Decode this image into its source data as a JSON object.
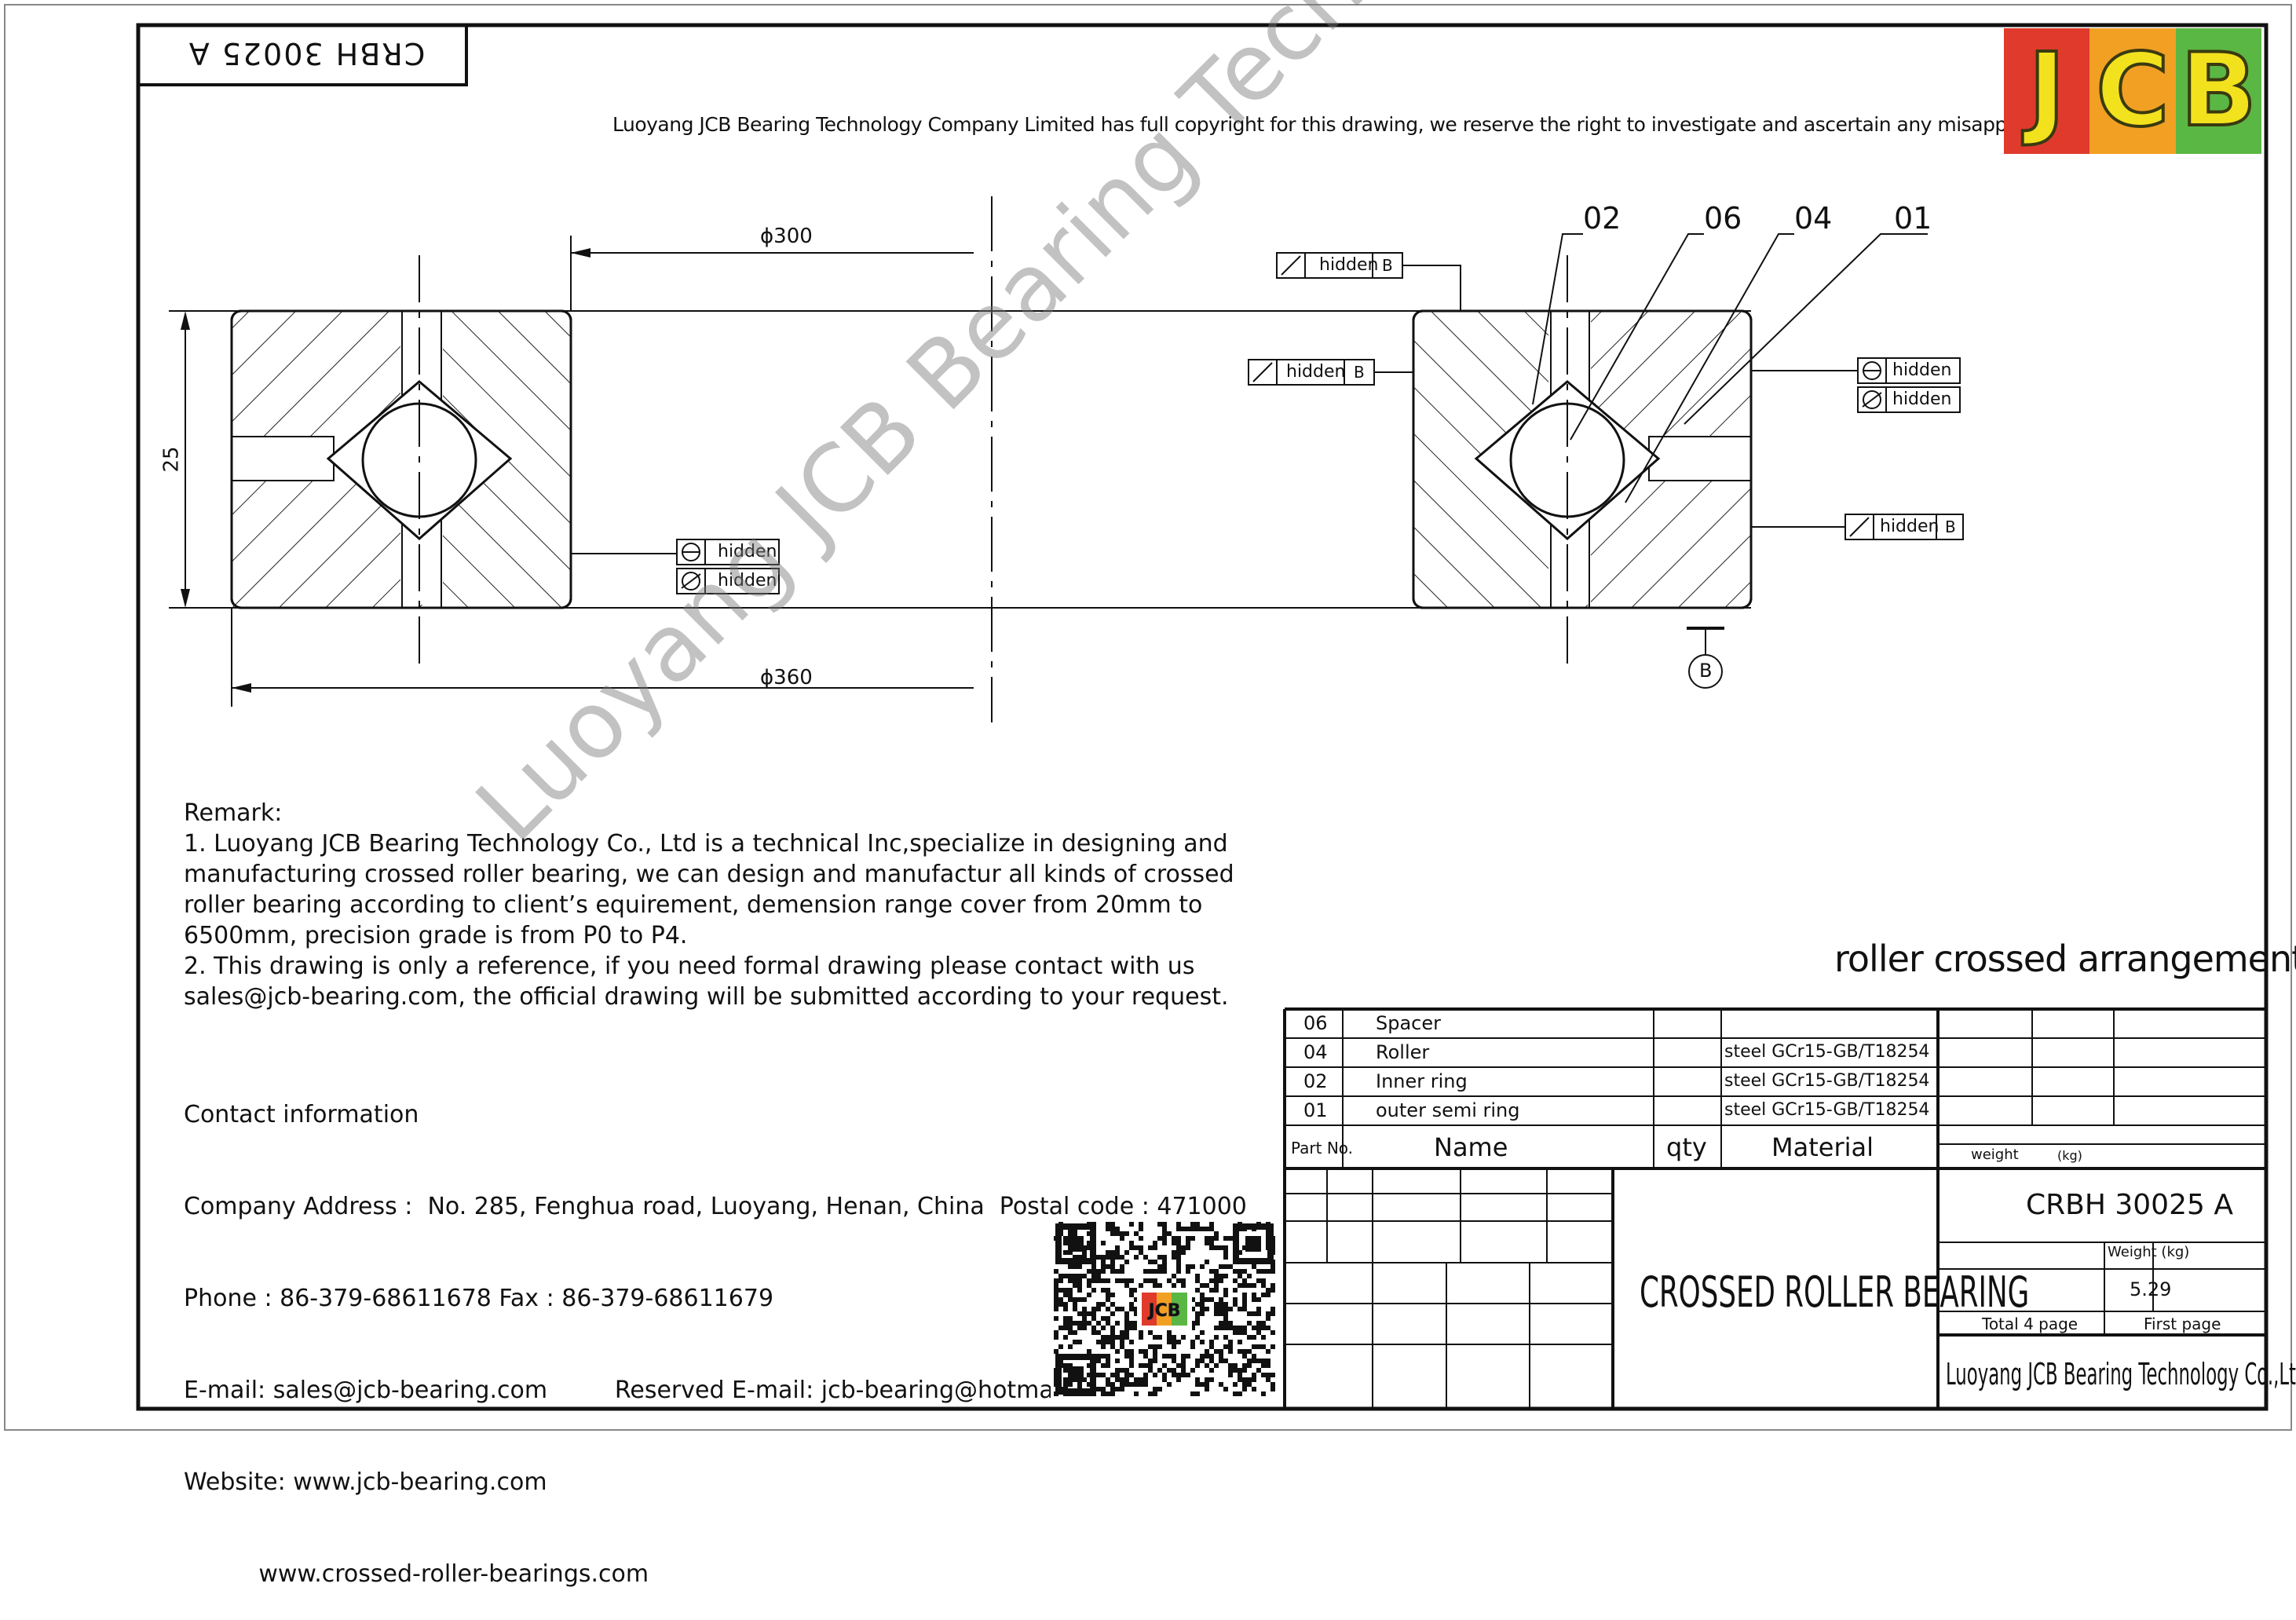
{
  "title_block": {
    "model_mirrored": "CRBH 30025 A",
    "copyright": "Luoyang JCB Bearing Technology Company Limited has full copyright for this drawing, we reserve the right to investigate and ascertain any misappropriation immorally",
    "logo_letters": [
      "J",
      "C",
      "B"
    ],
    "logo_colors": [
      "#e03a2c",
      "#f2a023",
      "#5bb743"
    ]
  },
  "drawing": {
    "dim_d300": "ϕ300",
    "dim_d360": "ϕ360",
    "dim_height": "25",
    "part_labels": [
      "02",
      "06",
      "04",
      "01"
    ],
    "symbol_hidden": "hidden",
    "datum": "B"
  },
  "remark": {
    "heading": "Remark:",
    "lines": [
      "1. Luoyang JCB Bearing Technology Co., Ltd is a technical Inc,specialize in designing and",
      "manufacturing crossed roller bearing, we can design and manufactur all kinds of crossed",
      "roller bearing according to client’s equirement, demension range cover from 20mm to",
      "6500mm, precision grade is from P0 to P4.",
      "2. This drawing is only a reference, if you need formal drawing please contact with us",
      "sales@jcb-bearing.com, the official drawing will be submitted according to your request."
    ]
  },
  "contact": {
    "heading": "Contact information",
    "lines": [
      "Company Address :  No. 285, Fenghua road, Luoyang, Henan, China  Postal code : 471000",
      "Phone : 86-379-68611678 Fax : 86-379-68611679",
      "E-mail: sales@jcb-bearing.com         Reserved E-mail: jcb-bearing@hotmail.com",
      "Website: www.jcb-bearing.com",
      "          www.crossed-roller-bearings.com"
    ]
  },
  "arrangement": "roller crossed arrangement",
  "parts_table": {
    "rows": [
      {
        "no": "06",
        "name": "Spacer",
        "material": ""
      },
      {
        "no": "04",
        "name": "Roller",
        "material": "steel GCr15-GB/T18254"
      },
      {
        "no": "02",
        "name": "Inner ring",
        "material": "steel GCr15-GB/T18254"
      },
      {
        "no": "01",
        "name": "outer semi ring",
        "material": "steel GCr15-GB/T18254"
      }
    ],
    "headers": {
      "part_no": "Part No.",
      "name": "Name",
      "qty": "qty",
      "material": "Material",
      "weight": "weight",
      "weight_unit": "(kg)"
    }
  },
  "info": {
    "product": "CROSSED ROLLER BEARING",
    "model": "CRBH 30025 A",
    "weight_label": "Weight (kg)",
    "weight_value": "5.29",
    "total_pages": "Total 4 page",
    "first_page": "First page",
    "company": "Luoyang JCB Bearing Technology Co.,Ltd"
  },
  "watermark": "Luoyang JCB Bearing Technology Co., Ltd",
  "qr_logo": "JCB"
}
